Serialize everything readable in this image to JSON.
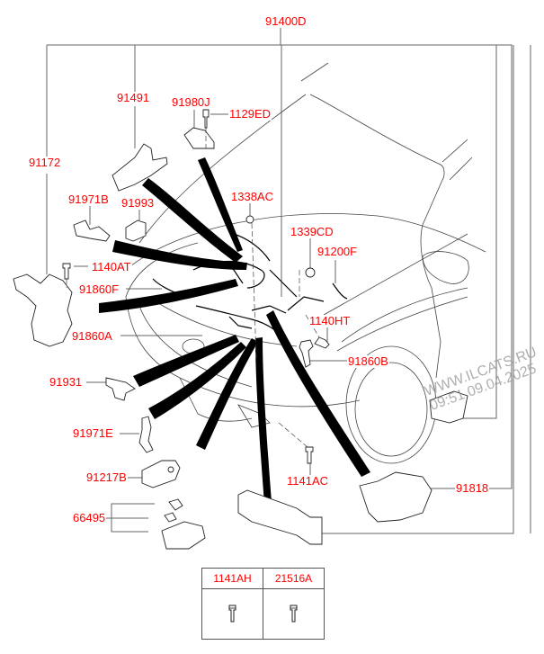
{
  "diagram": {
    "title_part": "91400D",
    "callouts": [
      {
        "id": "91400D",
        "label": "91400D"
      },
      {
        "id": "91491",
        "label": "91491"
      },
      {
        "id": "91980J",
        "label": "91980J"
      },
      {
        "id": "1129ED",
        "label": "1129ED"
      },
      {
        "id": "91172",
        "label": "91172"
      },
      {
        "id": "91971B",
        "label": "91971B"
      },
      {
        "id": "91993",
        "label": "91993"
      },
      {
        "id": "1338AC",
        "label": "1338AC"
      },
      {
        "id": "1339CD",
        "label": "1339CD"
      },
      {
        "id": "91200F",
        "label": "91200F"
      },
      {
        "id": "1140AT",
        "label": "1140AT"
      },
      {
        "id": "91860F",
        "label": "91860F"
      },
      {
        "id": "1140HT",
        "label": "1140HT"
      },
      {
        "id": "91860A",
        "label": "91860A"
      },
      {
        "id": "91860B",
        "label": "91860B"
      },
      {
        "id": "91931",
        "label": "91931"
      },
      {
        "id": "91971E",
        "label": "91971E"
      },
      {
        "id": "91217B",
        "label": "91217B"
      },
      {
        "id": "1141AC",
        "label": "1141AC"
      },
      {
        "id": "91818",
        "label": "91818"
      },
      {
        "id": "66495",
        "label": "66495"
      }
    ],
    "legend_table": {
      "columns": [
        {
          "part": "1141AH",
          "icon": "bolt-icon"
        },
        {
          "part": "21516A",
          "icon": "bolt-icon"
        }
      ]
    },
    "watermark": {
      "line1": "WWW.ILCATS.RU",
      "line2": "09:51 09.04.2025"
    },
    "colors": {
      "label": "#ff0000",
      "line": "#555555",
      "harness": "#000000"
    }
  }
}
